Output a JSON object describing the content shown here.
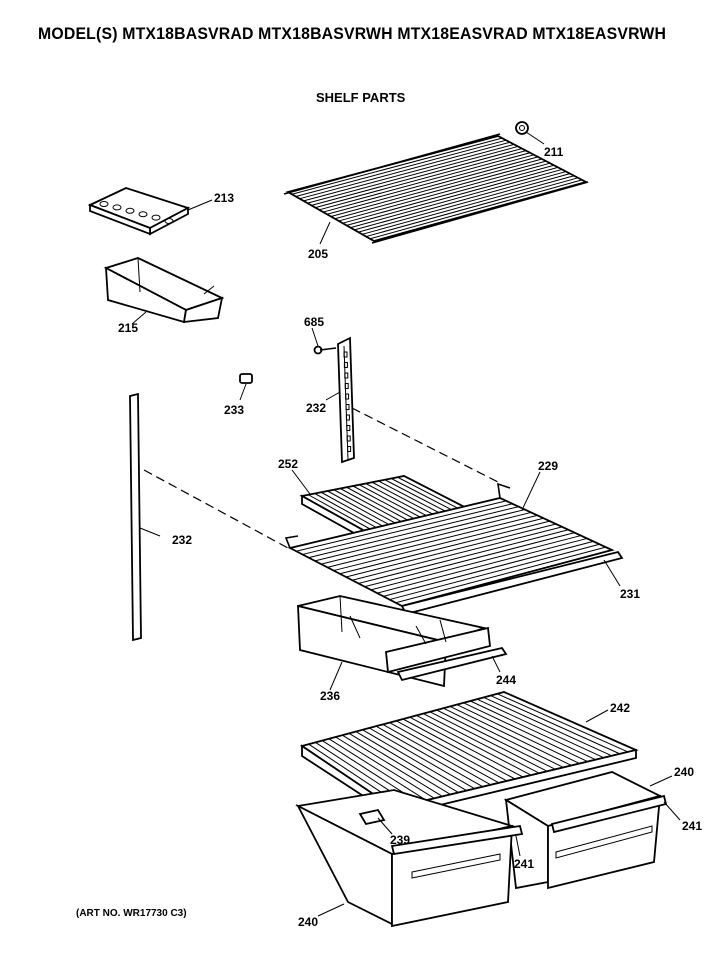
{
  "header": {
    "models": "MODEL(S) MTX18BASVRAD  MTX18BASVRWH  MTX18EASVRAD  MTX18EASVRWH",
    "section": "SHELF PARTS"
  },
  "footer": {
    "art_no": "(ART NO. WR17730 C3)"
  },
  "callouts": {
    "p211": "211",
    "p213": "213",
    "p205": "205",
    "p215": "215",
    "p685": "685",
    "p233": "233",
    "p232_center": "232",
    "p232_left": "232",
    "p252": "252",
    "p229": "229",
    "p231": "231",
    "p236": "236",
    "p244": "244",
    "p242": "242",
    "p240_right": "240",
    "p241_right": "241",
    "p239": "239",
    "p241_mid": "241",
    "p240_left": "240"
  }
}
